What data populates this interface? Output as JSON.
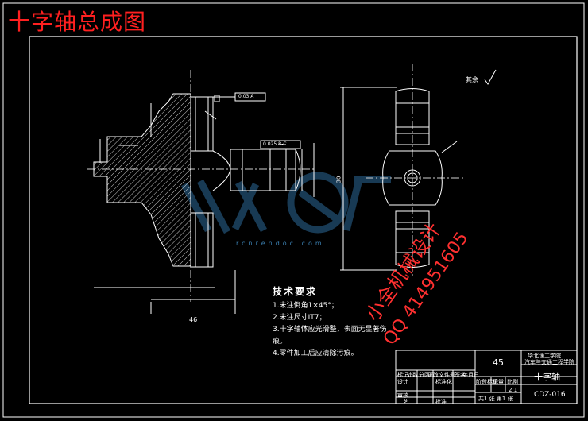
{
  "overlay_title": "十字轴总成图",
  "tech_requirements": {
    "heading": "技术要求",
    "items": [
      "1.未注倒角1×45°；",
      "2.未注尺寸IT7；",
      "3.十字轴体应光滑整，表面无显著伤",
      "痕。",
      "4.零件加工后应清除污痕。"
    ]
  },
  "watermark": {
    "red_line1": "小全机械设计",
    "red_line2": "QQ 414951605",
    "url": "rcnrendoc.com"
  },
  "surface_note": "其余",
  "dimensions": {
    "bottom_width": "46",
    "right_height": "30",
    "tolerance_box": "0.03 A",
    "tolerance_box2": "0.025 B-C"
  },
  "title_block": {
    "material": "45",
    "school_line1": "华北理工学院",
    "school_line2": "汽车与交通工程学院",
    "part_name": "十字轴",
    "drawing_no": "CDZ-016",
    "scale": "2:1",
    "sheet_text": "共1 张  第1 张",
    "row_labels": [
      "标记",
      "处数",
      "分区",
      "更改文件号",
      "签名",
      "年月日"
    ],
    "row_labels2": [
      "设计",
      "标准化"
    ],
    "row_labels3": [
      "审核",
      "工艺",
      "批准"
    ],
    "stage_labels": [
      "阶段标记",
      "重量",
      "比例"
    ]
  },
  "colors": {
    "background": "#000000",
    "line": "#ffffff",
    "title_red": "#ff2020",
    "watermark_blue": "#2d6a9a"
  }
}
